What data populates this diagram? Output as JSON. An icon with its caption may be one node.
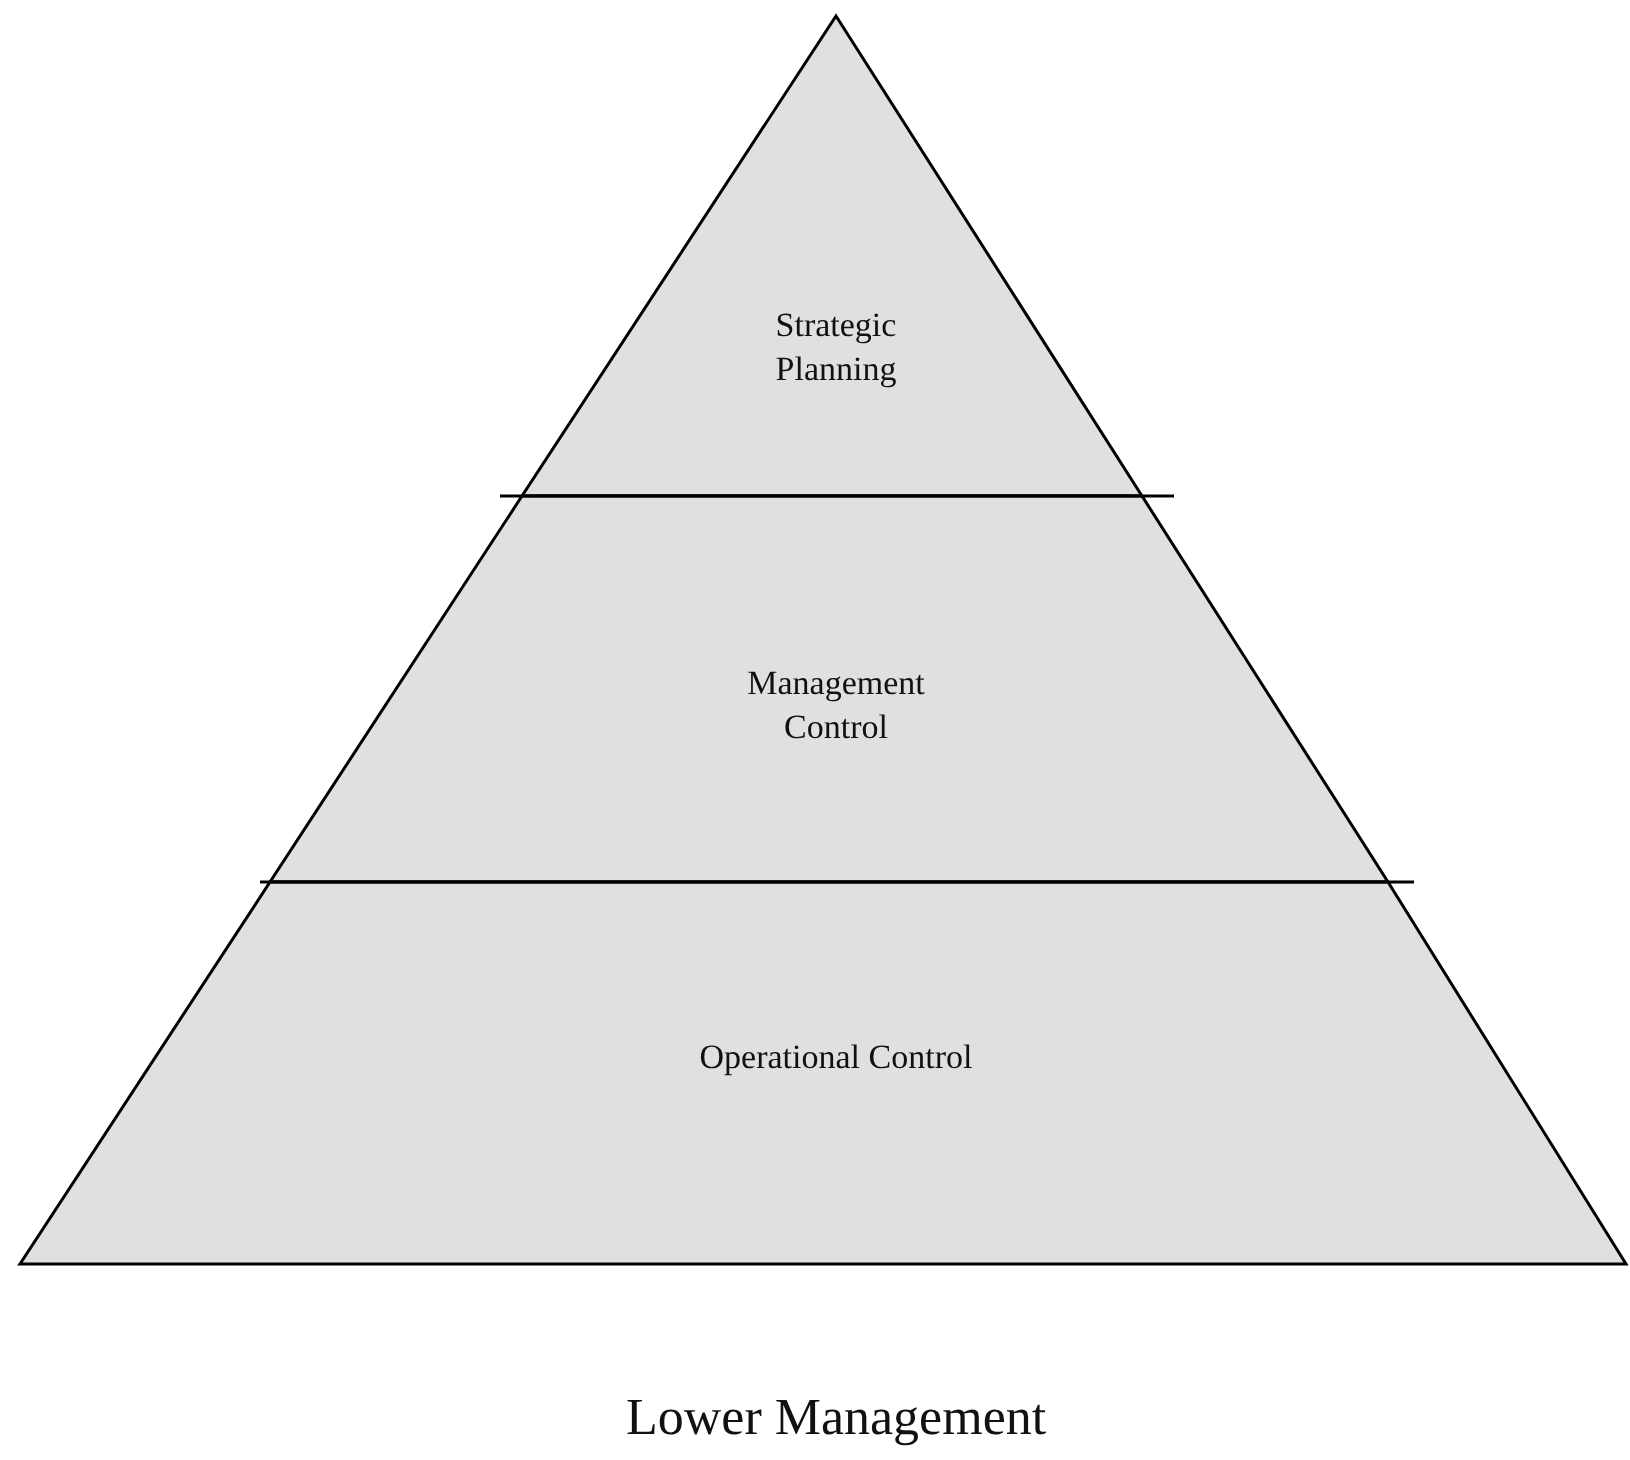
{
  "diagram": {
    "nodes": [
      {
        "text": [
          "Strategic Planning"
        ]
      },
      {
        "text": [
          "Management Control"
        ]
      },
      {
        "text": [
          "Operational Control"
        ]
      }
    ],
    "labels": [
      "Lower Management"
    ]
  }
}
